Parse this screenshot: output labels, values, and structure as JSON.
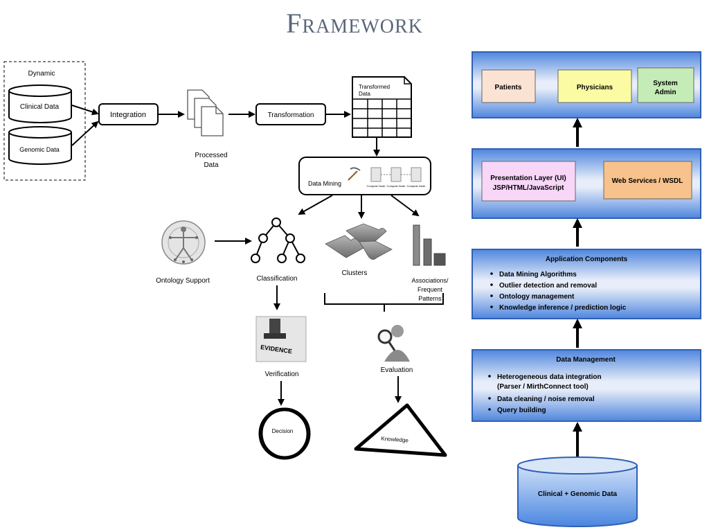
{
  "title": "Framework",
  "pipeline": {
    "dynamic_label": "Dynamic",
    "clinical_data": "Clinical Data",
    "genomic_data": "Genomic Data",
    "integration": "Integration",
    "processed_data_line1": "Processed",
    "processed_data_line2": "Data",
    "transformation": "Transformation",
    "transformed_data_line1": "Transformed",
    "transformed_data_line2": "Data",
    "data_mining": "Data Mining",
    "compute_node": "Compute Node",
    "ontology_support": "Ontology Support",
    "classification": "Classification",
    "clusters": "Clusters",
    "associations_line1": "Associations/",
    "associations_line2": "Frequent",
    "associations_line3": "Patterns",
    "evidence_stamp": "EVIDENCE",
    "verification": "Verification",
    "evaluation": "Evaluation",
    "decision": "Decision",
    "knowledge": "Knowledge"
  },
  "architecture": {
    "layer_users": {
      "patients": "Patients",
      "physicians": "Physicians",
      "system_admin_line1": "System",
      "system_admin_line2": "Admin"
    },
    "layer_presentation": {
      "presentation_line1": "Presentation Layer (UI)",
      "presentation_line2": "JSP/HTML/JavaScript",
      "web_services": "Web Services / WSDL"
    },
    "layer_application": {
      "heading": "Application Components",
      "items": [
        "Data Mining Algorithms",
        "Outlier detection and removal",
        "Ontology management",
        "Knowledge inference / prediction logic"
      ]
    },
    "layer_data_management": {
      "heading": "Data Management",
      "item1_line1": "Heterogeneous data integration",
      "item1_line2": "(Parser / MirthConnect tool)",
      "item2": "Data cleaning / noise removal",
      "item3": "Query building"
    },
    "database": "Clinical + Genomic Data"
  },
  "colors": {
    "layer_fill_top": "#5b8fe0",
    "layer_fill_mid": "#e6ecf8",
    "patients": "#fbe3d3",
    "physicians": "#fbfba4",
    "system_admin": "#c5ecb6",
    "presentation": "#f7d6f8",
    "web_services": "#f8c28d",
    "title": "#5a6678"
  }
}
